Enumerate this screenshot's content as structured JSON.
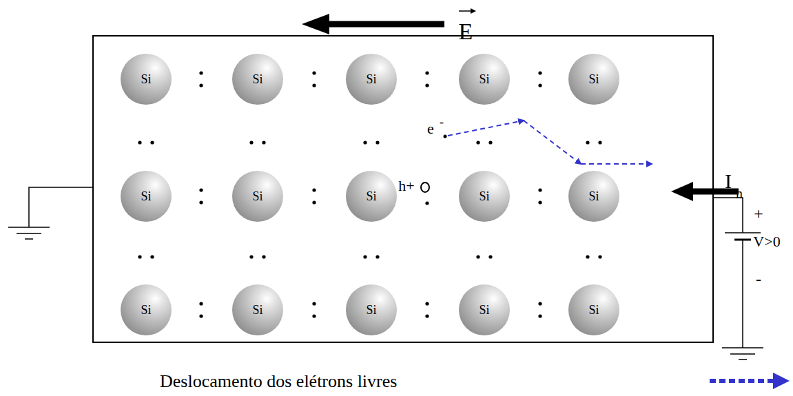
{
  "diagram": {
    "nodes": [
      {
        "text": [
          "Si"
        ]
      },
      {
        "text": [
          "Si"
        ]
      },
      {
        "text": [
          "Si"
        ]
      },
      {
        "text": [
          "Si"
        ]
      },
      {
        "text": [
          "Si"
        ]
      },
      {
        "text": [
          "Si"
        ]
      },
      {
        "text": [
          "Si"
        ]
      },
      {
        "text": [
          "Si"
        ]
      },
      {
        "text": [
          "Si"
        ]
      },
      {
        "text": [
          "Si"
        ]
      },
      {
        "text": [
          "Si"
        ]
      },
      {
        "text": [
          "Si"
        ]
      },
      {
        "text": [
          "Si"
        ]
      },
      {
        "text": [
          "Si"
        ]
      },
      {
        "text": [
          "Si"
        ]
      }
    ],
    "labels": [
      "E",
      "e",
      "-",
      "h+",
      "I",
      "n",
      "+",
      "V>0",
      "-"
    ],
    "legend": [
      {
        "text": "Deslocamento dos elétrons livres"
      }
    ]
  }
}
